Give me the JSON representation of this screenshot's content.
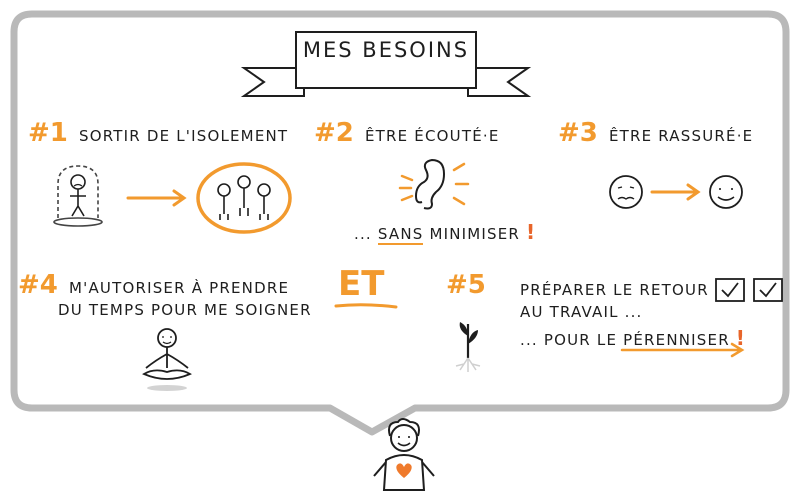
{
  "banner": {
    "title": "Mes besoins"
  },
  "needs": [
    {
      "number": "#1",
      "text": "Sortir de l'isolement"
    },
    {
      "number": "#2",
      "text": "Être écouté·e",
      "sub_before": "... ",
      "sub_underlined": "sans",
      "sub_after": " minimiser",
      "mark": "!"
    },
    {
      "number": "#3",
      "text": "Être rassuré·e"
    },
    {
      "number": "#4",
      "line1": "M'autoriser à prendre",
      "line2": "du temps pour me soigner"
    },
    {
      "number": "#5",
      "line1": "Préparer le retour",
      "line2": "au travail ...",
      "line3_before": "... pour le ",
      "line3_underlined": "pérenniser",
      "mark": "!"
    }
  ],
  "connector": {
    "text": "ET"
  },
  "colors": {
    "accent": "#f29a2e",
    "ink": "#1e1e1e",
    "bubble": "#b9b9b9",
    "heart": "#ef7a2c"
  },
  "icons": [
    "person-in-bell-jar-icon",
    "group-of-people-icon",
    "ear-icon",
    "worried-face-icon",
    "smiling-face-icon",
    "meditating-person-icon",
    "sprout-icon",
    "checkbox-icon",
    "person-with-heart-icon"
  ]
}
